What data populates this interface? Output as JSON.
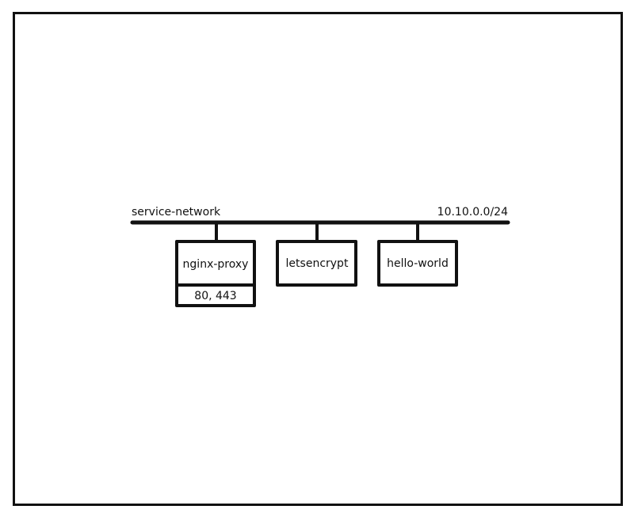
{
  "network": {
    "name": "service-network",
    "subnet": "10.10.0.0/24"
  },
  "containers": [
    {
      "name": "nginx-proxy",
      "ports": "80, 443"
    },
    {
      "name": "letsencrypt"
    },
    {
      "name": "hello-world"
    }
  ],
  "colors": {
    "stroke": "#111111",
    "background": "#ffffff"
  }
}
